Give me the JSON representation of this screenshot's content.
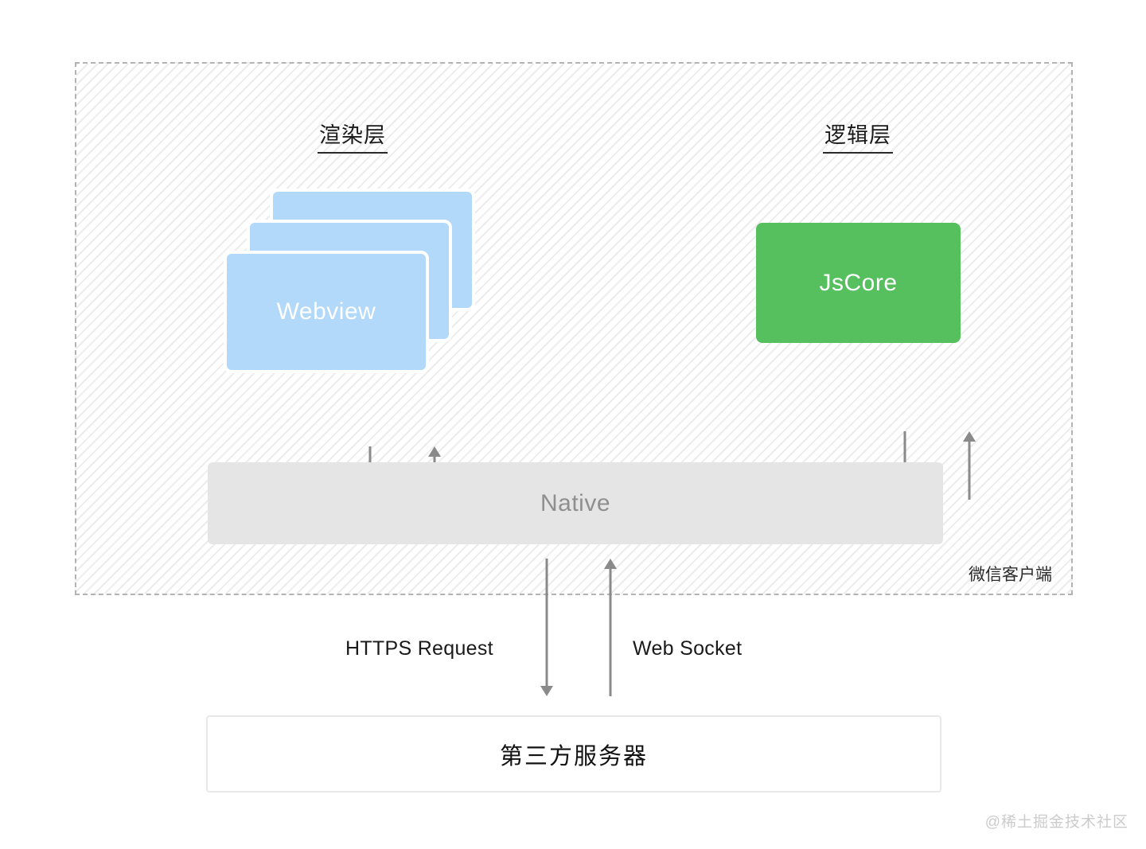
{
  "diagram": {
    "client_box": {
      "label": "微信客户端"
    },
    "render_layer": {
      "title": "渲染层",
      "webview_label": "Webview"
    },
    "logic_layer": {
      "title": "逻辑层",
      "jscore_label": "JsCore"
    },
    "native": {
      "label": "Native"
    },
    "links": {
      "https_label": "HTTPS Request",
      "websocket_label": "Web Socket"
    },
    "server": {
      "label": "第三方服务器"
    },
    "watermark": "@稀土掘金技术社区"
  },
  "colors": {
    "webview_blue": "#b2d8fa",
    "jscore_green": "#55c05d",
    "native_gray": "#e5e5e5",
    "arrow_gray": "#8a8a8a"
  }
}
